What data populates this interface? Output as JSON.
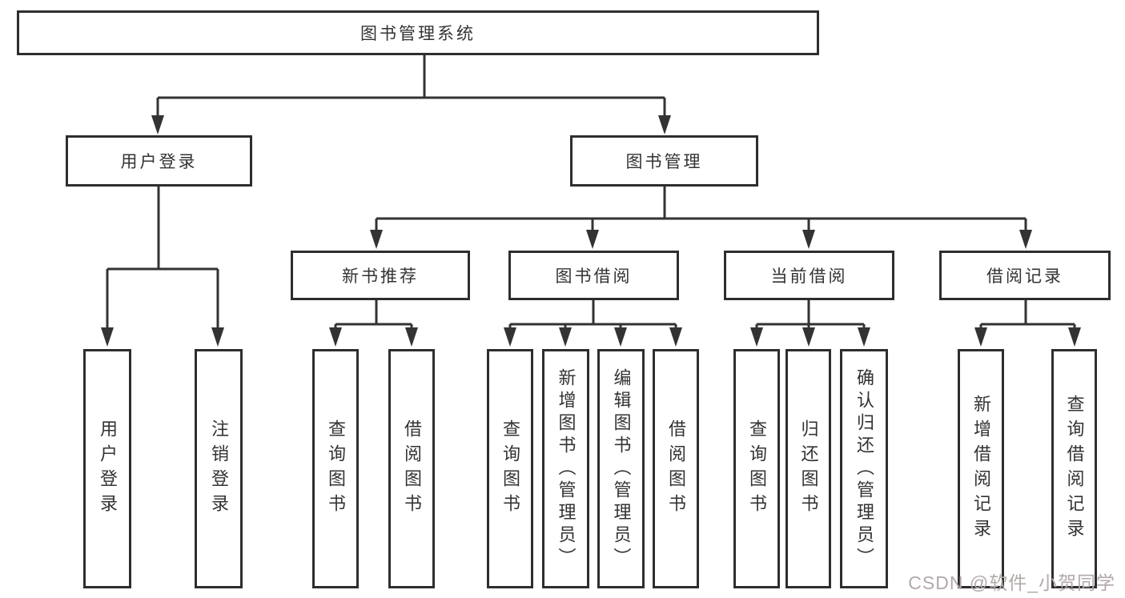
{
  "diagram_title": "图书管理系统",
  "tree": {
    "root": {
      "label": "图书管理系统",
      "children": [
        {
          "label": "用户登录",
          "children": [
            {
              "label": "用户登录"
            },
            {
              "label": "注销登录"
            }
          ]
        },
        {
          "label": "图书管理",
          "children": [
            {
              "label": "新书推荐",
              "children": [
                {
                  "label": "查询图书"
                },
                {
                  "label": "借阅图书"
                }
              ]
            },
            {
              "label": "图书借阅",
              "children": [
                {
                  "label": "查询图书"
                },
                {
                  "label": "新增图书（管理员）"
                },
                {
                  "label": "编辑图书（管理员）"
                },
                {
                  "label": "借阅图书"
                }
              ]
            },
            {
              "label": "当前借阅",
              "children": [
                {
                  "label": "查询图书"
                },
                {
                  "label": "归还图书"
                },
                {
                  "label": "确认归还（管理员）"
                }
              ]
            },
            {
              "label": "借阅记录",
              "children": [
                {
                  "label": "新增借阅记录"
                },
                {
                  "label": "查询借阅记录"
                }
              ]
            }
          ]
        }
      ]
    }
  },
  "watermark": {
    "text": "CSDN @软件_小贺同学"
  },
  "colors": {
    "line": "#333333",
    "box_border": "#2e2e2e",
    "background": "#ffffff",
    "watermark_text": "#b3a9a9"
  }
}
